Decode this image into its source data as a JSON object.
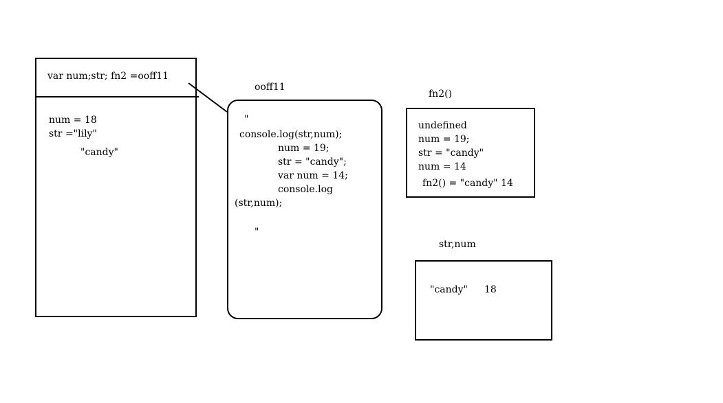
{
  "global_scope": {
    "header": "var num;str; fn2 =ooff11",
    "num_assign": "num = 18",
    "str_assign": "str =\"lily\"",
    "str_update": "\"candy\""
  },
  "function_object": {
    "label": "ooff11",
    "open_quote": "\"",
    "lines": [
      "console.log(str,num);",
      "num = 19;",
      "str = \"candy\";",
      "var num = 14;",
      "console.log",
      "(str,num);"
    ],
    "close_quote": "\""
  },
  "fn2_scope": {
    "label": "fn2()",
    "lines": [
      "undefined",
      "num = 19;",
      "str = \"candy\"",
      "num = 14"
    ],
    "result": "fn2() = \"candy\" 14"
  },
  "output": {
    "label": "str,num",
    "str_value": "\"candy\"",
    "num_value": "18"
  }
}
